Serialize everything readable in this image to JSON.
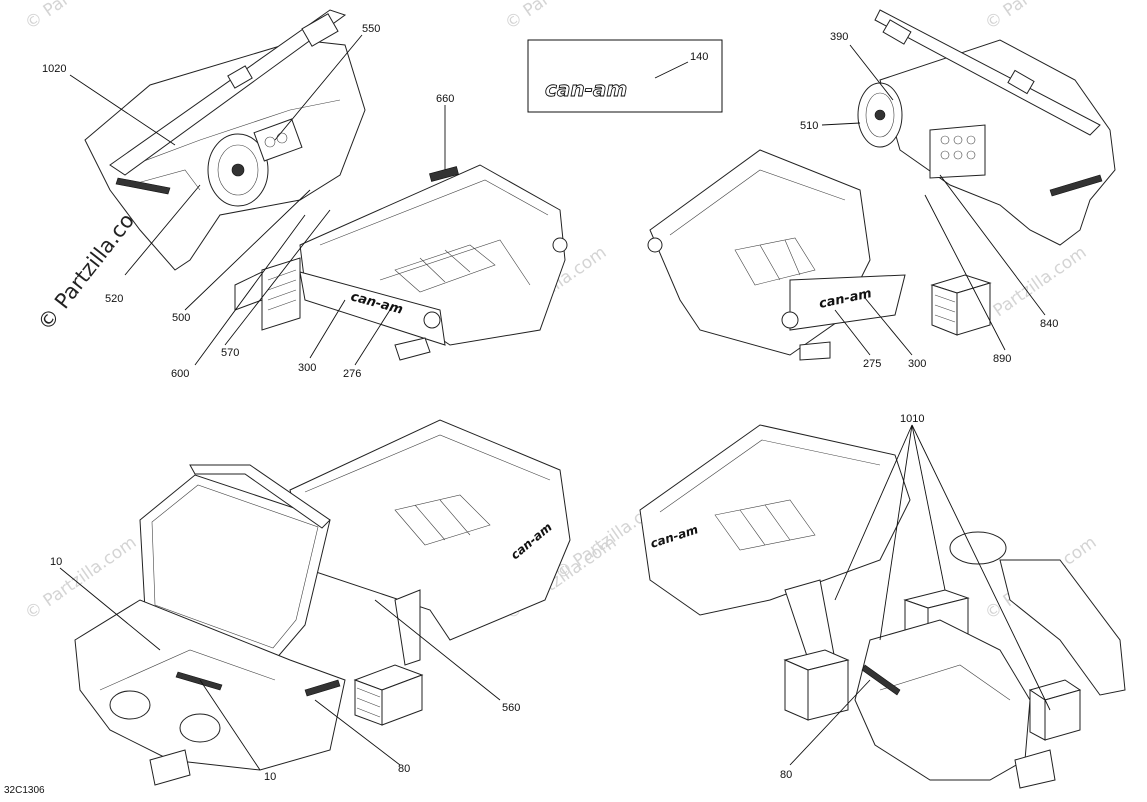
{
  "callouts": {
    "q1": [
      "1020",
      "550",
      "520",
      "500",
      "600",
      "570",
      "300",
      "276",
      "660"
    ],
    "q2": [
      "140",
      "390",
      "510",
      "840",
      "890",
      "300",
      "275"
    ],
    "q3": [
      "10",
      "10",
      "80",
      "560"
    ],
    "q4": [
      "1010",
      "80"
    ]
  },
  "decal_text": "can-am",
  "watermark": "© Partzilla.com",
  "diagram_code": "32C1306"
}
